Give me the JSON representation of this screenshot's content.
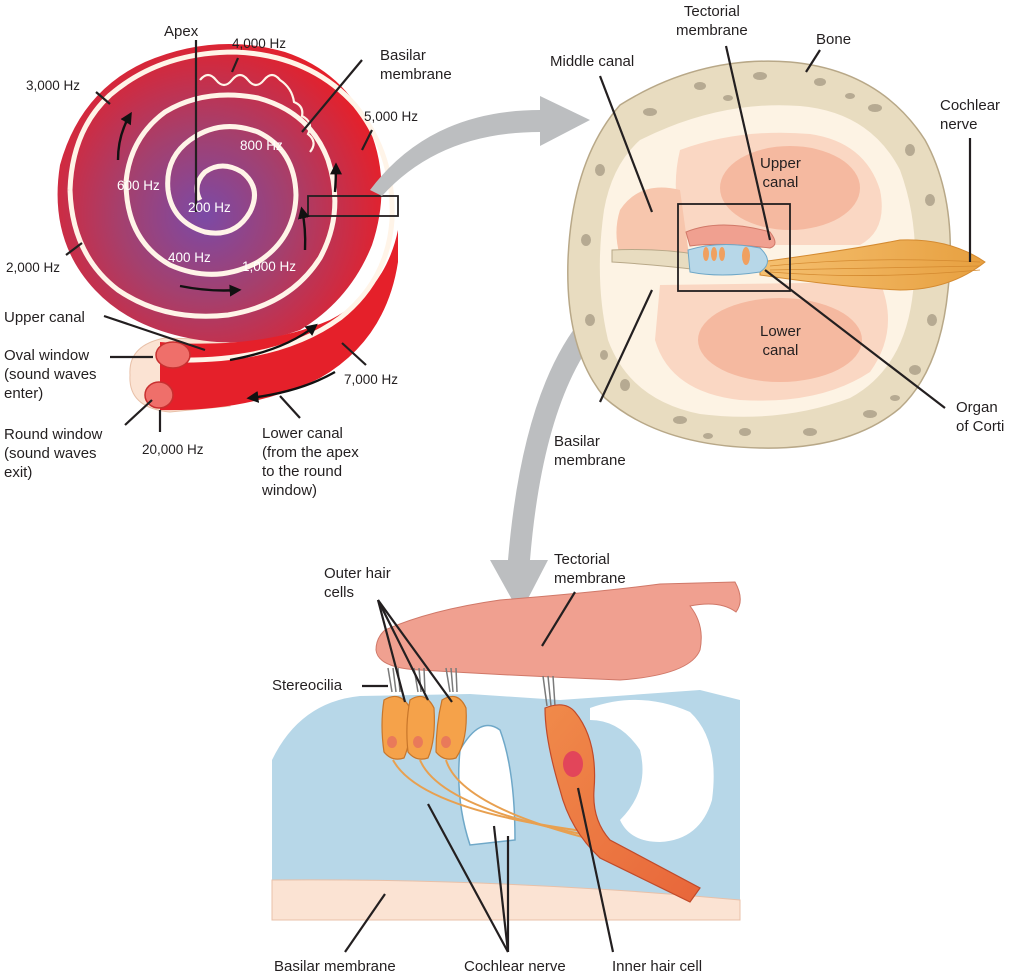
{
  "cochlea_spiral": {
    "apex": "Apex",
    "freq_labels": {
      "f4000": "4,000 Hz",
      "f3000": "3,000 Hz",
      "f5000": "5,000 Hz",
      "f2000": "2,000 Hz",
      "f7000": "7,000 Hz",
      "f20000": "20,000 Hz"
    },
    "inner_freq_labels": {
      "f800": "800 Hz",
      "f600": "600 Hz",
      "f200": "200 Hz",
      "f400": "400 Hz",
      "f1000": "1,000 Hz"
    },
    "basilar_membrane": "Basilar\nmembrane",
    "upper_canal": "Upper canal",
    "oval_window": "Oval window\n(sound waves\nenter)",
    "round_window": "Round window\n(sound waves\nexit)",
    "lower_canal": "Lower canal\n(from the apex\nto the round\nwindow)"
  },
  "cross_section": {
    "tectorial_membrane": "Tectorial\nmembrane",
    "bone": "Bone",
    "middle_canal": "Middle canal",
    "cochlear_nerve": "Cochlear\nnerve",
    "upper_canal": "Upper\ncanal",
    "lower_canal": "Lower\ncanal",
    "organ_of_corti": "Organ\nof Corti",
    "basilar_membrane": "Basilar\nmembrane"
  },
  "organ_detail": {
    "outer_hair_cells": "Outer hair\ncells",
    "tectorial_membrane": "Tectorial\nmembrane",
    "stereocilia": "Stereocilia",
    "basilar_membrane": "Basilar membrane",
    "cochlear_nerve": "Cochlear nerve",
    "inner_hair_cell": "Inner hair cell"
  },
  "colors": {
    "cochlea_red": "#e5202a",
    "cochlea_purple": "#8a4a9a",
    "membrane_pink": "#f0a090",
    "support_blue": "#b7d7e8",
    "bone_tan": "#e8dcc0",
    "nerve_orange": "#f0b050",
    "arrow_gray": "#bcbec0"
  }
}
